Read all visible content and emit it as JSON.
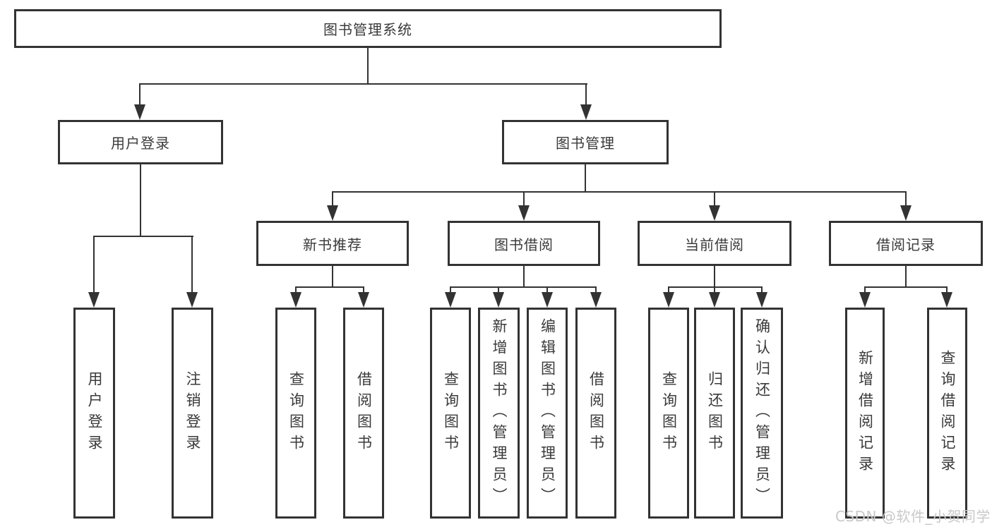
{
  "title": "图书管理系统",
  "branches": {
    "user_login": {
      "label": "用户登录",
      "children": [
        "用户登录",
        "注销登录"
      ]
    },
    "book_mgmt": {
      "label": "图书管理",
      "sections": [
        {
          "label": "新书推荐",
          "children": [
            "查询图书",
            "借阅图书"
          ]
        },
        {
          "label": "图书借阅",
          "children": [
            "查询图书",
            "新增图书（管理员）",
            "编辑图书（管理员）",
            "借阅图书"
          ]
        },
        {
          "label": "当前借阅",
          "children": [
            "查询图书",
            "归还图书",
            "确认归还（管理员）"
          ]
        },
        {
          "label": "借阅记录",
          "children": [
            "新增借阅记录",
            "查询借阅记录"
          ]
        }
      ]
    }
  },
  "watermark": "CSDN @软件_小贺同学",
  "colors": {
    "line": "#333333",
    "text": "#3a3a3a",
    "box_background": "#ffffff",
    "watermark": "#c9c9c9"
  }
}
